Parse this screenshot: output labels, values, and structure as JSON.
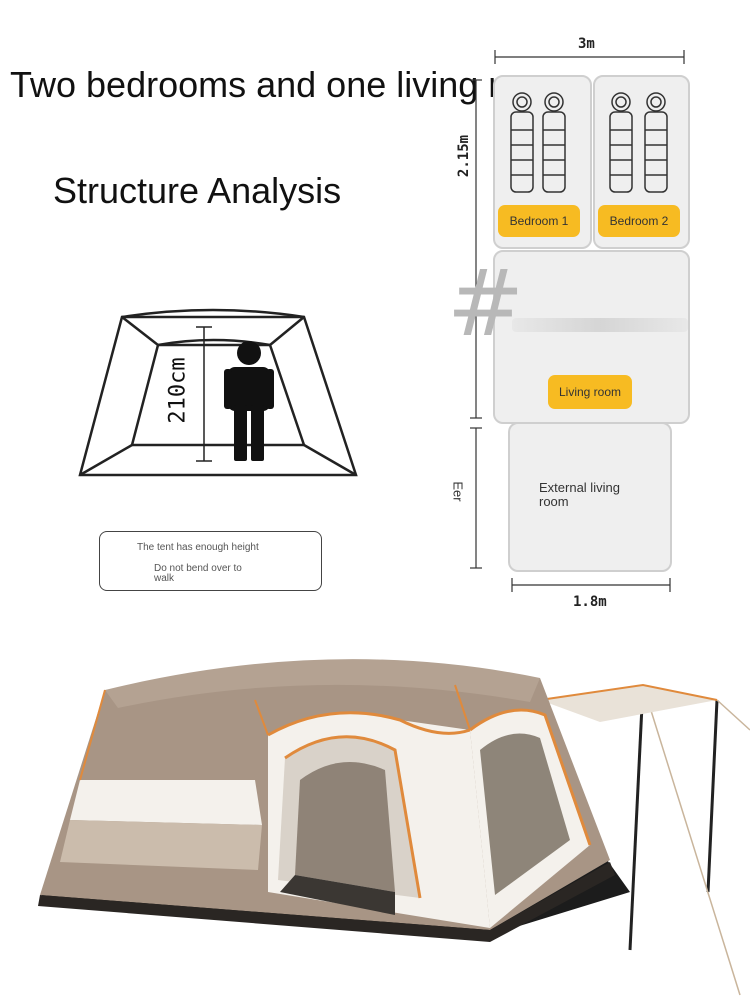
{
  "heading": {
    "line1": "Two bedrooms and one living room",
    "line2": "Structure Analysis"
  },
  "height_diagram": {
    "height_label": "210cm"
  },
  "note": {
    "line1": "The tent has enough height",
    "line2": "Do not bend over to walk"
  },
  "floor_plan": {
    "width_top": "3m",
    "height_side": "2.15m",
    "ext_side": "Eer",
    "width_bottom": "1.8m",
    "rooms": {
      "bedroom1": "Bedroom 1",
      "bedroom2": "Bedroom 2",
      "living": "Living room",
      "external": "External living room"
    }
  },
  "colors": {
    "badge": "#f7bb22",
    "tent_body": "#a89585",
    "tent_panel": "#f4f1ec",
    "trim": "#e08a3c"
  }
}
